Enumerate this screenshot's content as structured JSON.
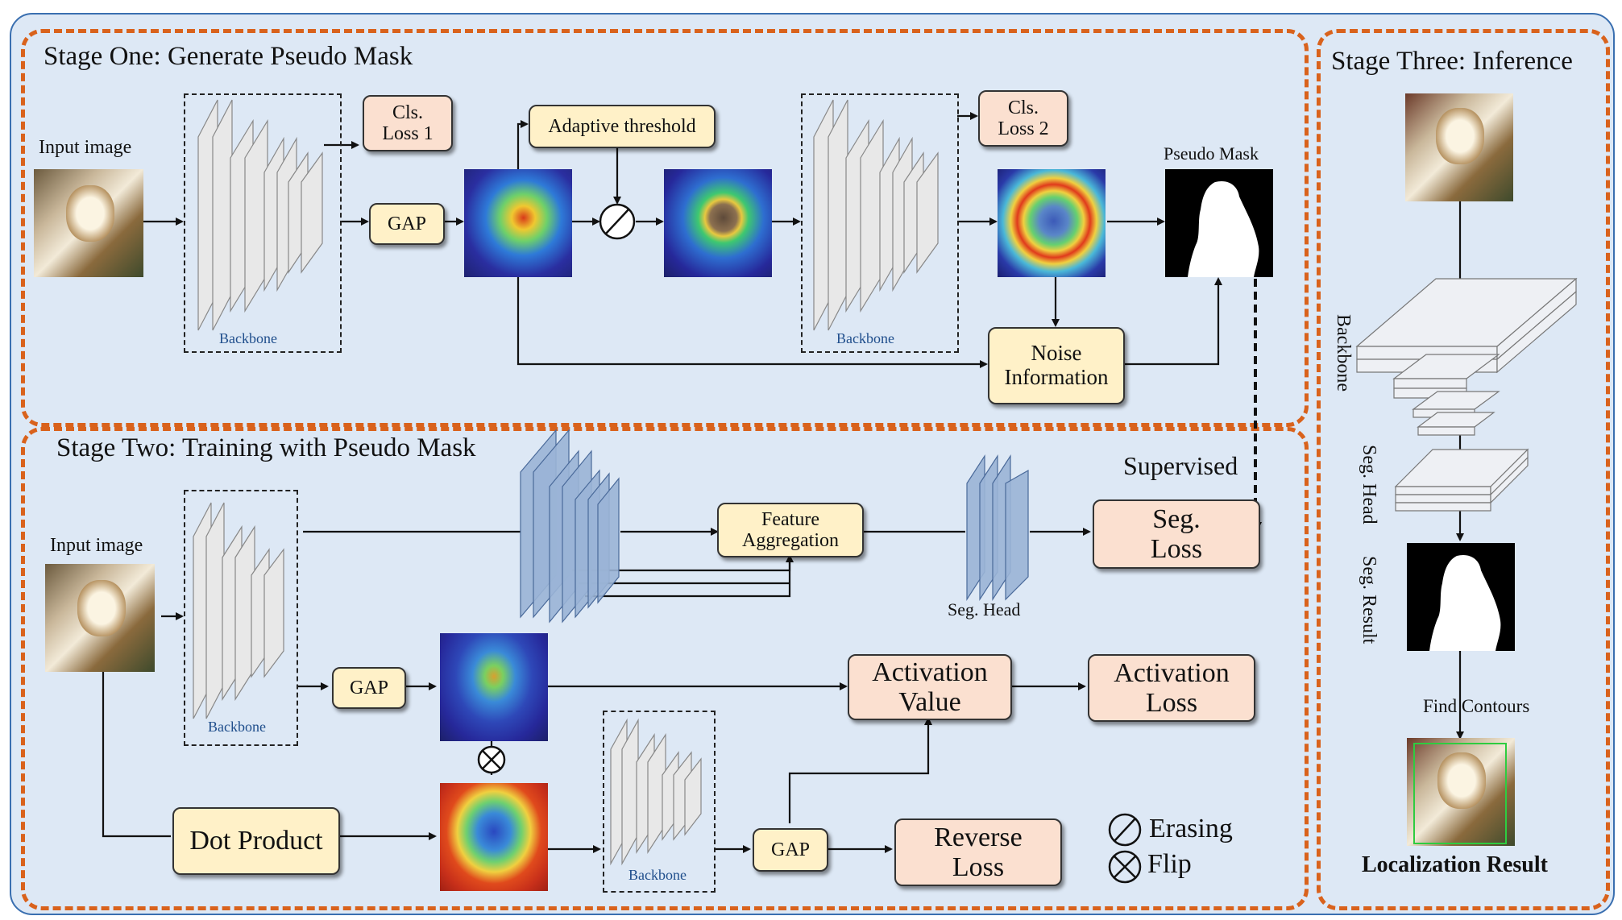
{
  "stage_one": {
    "title": "Stage One: Generate Pseudo Mask",
    "input_label": "Input image",
    "backbone": "Backbone",
    "cls_loss_1": "Cls. Loss 1",
    "gap": "GAP",
    "adaptive_threshold": "Adaptive threshold",
    "cls_loss_2": "Cls. Loss 2",
    "pseudo_mask": "Pseudo Mask",
    "noise_information": "Noise Information"
  },
  "stage_two": {
    "title": "Stage Two: Training with Pseudo Mask",
    "input_label": "Input image",
    "backbone": "Backbone",
    "supervised": "Supervised",
    "feature_aggregation": "Feature Aggregation",
    "seg_loss": "Seg. Loss",
    "seg_head": "Seg. Head",
    "gap": "GAP",
    "activation_value": "Activation Value",
    "activation_loss": "Activation Loss",
    "dot_product": "Dot Product",
    "reverse_loss": "Reverse Loss"
  },
  "legend": {
    "erasing": "Erasing",
    "flip": "Flip"
  },
  "stage_three": {
    "title": "Stage Three: Inference",
    "backbone": "Backbone",
    "seg_head": "Seg. Head",
    "seg_result": "Seg. Result",
    "find_contours": "Find Contours",
    "localization_result": "Localization Result"
  },
  "colors": {
    "panel_bg": "#dde8f5",
    "dash_orange": "#d9621c",
    "box_yellow": "#fff1c8",
    "box_pink": "#fbe0d0"
  }
}
